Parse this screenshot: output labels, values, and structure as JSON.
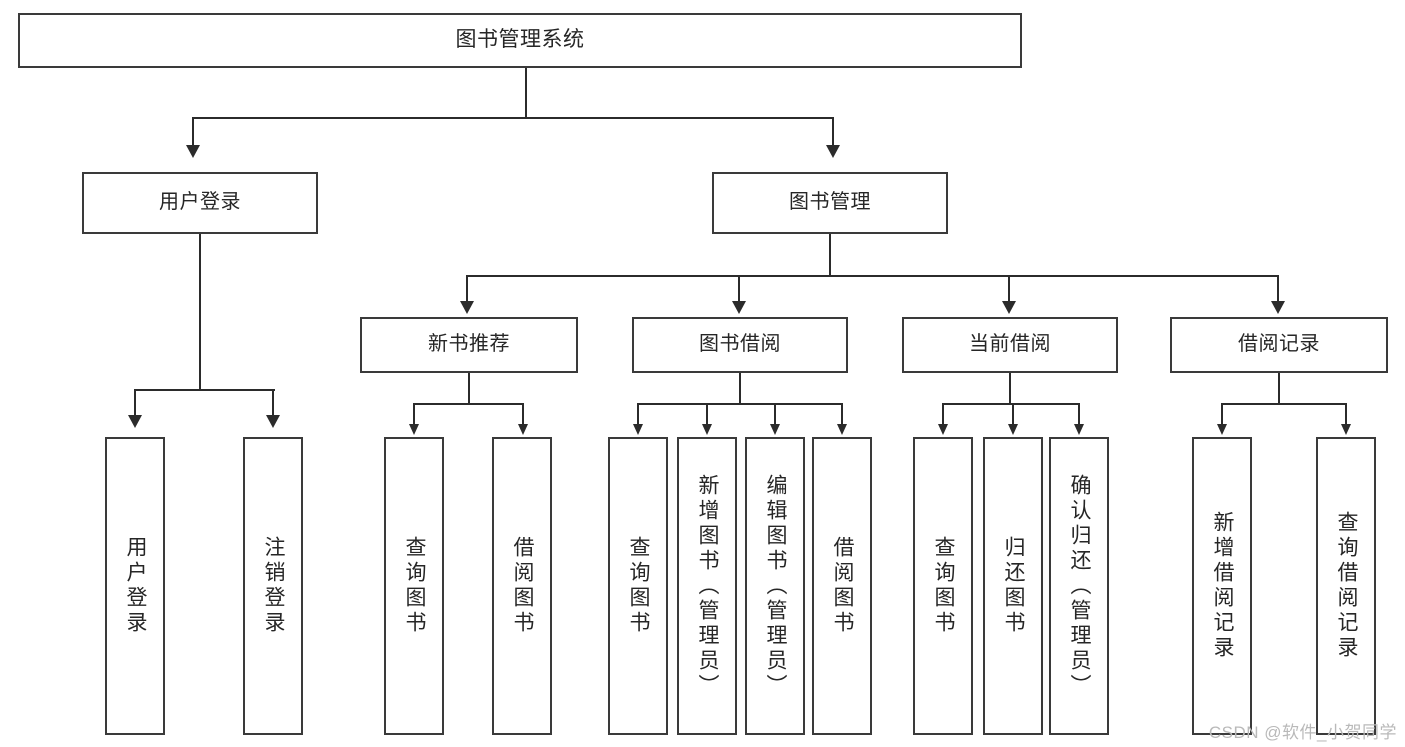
{
  "diagram": {
    "type": "tree-hierarchy",
    "title": "图书管理系统",
    "watermark": "CSDN @软件_小贺同学",
    "nodes": {
      "root": {
        "label": "图书管理系统"
      },
      "level2": [
        {
          "id": "user-login",
          "label": "用户登录"
        },
        {
          "id": "book-manage",
          "label": "图书管理"
        }
      ],
      "level3": [
        {
          "id": "new-book-recommend",
          "label": "新书推荐"
        },
        {
          "id": "book-borrow",
          "label": "图书借阅"
        },
        {
          "id": "current-borrow",
          "label": "当前借阅"
        },
        {
          "id": "borrow-record",
          "label": "借阅记录"
        }
      ],
      "leaves": {
        "user_login": [
          {
            "id": "leaf-user-login",
            "label": "用户登录"
          },
          {
            "id": "leaf-logout-login",
            "label": "注销登录"
          }
        ],
        "new_book_recommend": [
          {
            "id": "leaf-query-book-1",
            "label": "查询图书"
          },
          {
            "id": "leaf-borrow-book-1",
            "label": "借阅图书"
          }
        ],
        "book_borrow": [
          {
            "id": "leaf-query-book-2",
            "label": "查询图书"
          },
          {
            "id": "leaf-add-book",
            "label": "新增图书（管理员）"
          },
          {
            "id": "leaf-edit-book",
            "label": "编辑图书（管理员）"
          },
          {
            "id": "leaf-borrow-book-2",
            "label": "借阅图书"
          }
        ],
        "current_borrow": [
          {
            "id": "leaf-query-book-3",
            "label": "查询图书"
          },
          {
            "id": "leaf-return-book",
            "label": "归还图书"
          },
          {
            "id": "leaf-confirm-return",
            "label": "确认归还（管理员）"
          }
        ],
        "borrow_record": [
          {
            "id": "leaf-add-record",
            "label": "新增借阅记录"
          },
          {
            "id": "leaf-query-record",
            "label": "查询借阅记录"
          }
        ]
      }
    },
    "colors": {
      "border": "#3a3a3a",
      "line": "#2b2b2b",
      "background": "#ffffff",
      "text": "#262626",
      "watermark": "#b9b9b9"
    }
  }
}
